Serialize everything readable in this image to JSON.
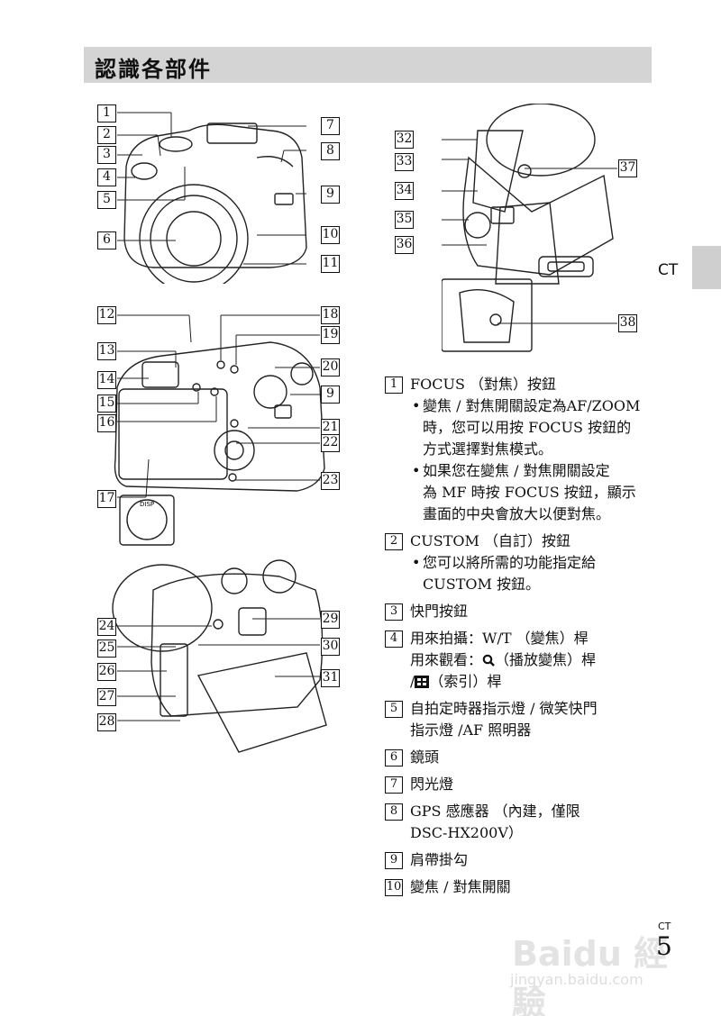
{
  "header": {
    "title": "認識各部件"
  },
  "side_tab": {
    "label": "CT"
  },
  "callouts": [
    "1",
    "2",
    "3",
    "4",
    "5",
    "6",
    "7",
    "8",
    "9",
    "10",
    "11",
    "12",
    "13",
    "14",
    "15",
    "16",
    "17",
    "18",
    "19",
    "20",
    "9",
    "21",
    "22",
    "23",
    "24",
    "25",
    "26",
    "27",
    "28",
    "29",
    "30",
    "31",
    "32",
    "33",
    "34",
    "35",
    "36",
    "37",
    "38"
  ],
  "dial_labels": {
    "disp": "DISP"
  },
  "items": [
    {
      "num": "1",
      "lines": [
        "FOCUS （對焦）按鈕"
      ],
      "bullets": [
        [
          "變焦 / 對焦開關設定為AF/ZOOM",
          "時，您可以用按 FOCUS 按鈕的",
          "方式選擇對焦模式。"
        ],
        [
          "如果您在變焦 / 對焦開關設定",
          "為 MF 時按 FOCUS 按鈕，顯示",
          "畫面的中央會放大以便對焦。"
        ]
      ]
    },
    {
      "num": "2",
      "lines": [
        "CUSTOM （自訂）按鈕"
      ],
      "bullets": [
        [
          "您可以將所需的功能指定給",
          "CUSTOM 按鈕。"
        ]
      ]
    },
    {
      "num": "3",
      "lines": [
        "快門按鈕"
      ]
    },
    {
      "num": "4",
      "lines": [
        "用來拍攝：W/T （變焦）桿"
      ]
    },
    {
      "num": "5",
      "lines": [
        "自拍定時器指示燈 / 微笑快門",
        "指示燈 /AF 照明器"
      ]
    },
    {
      "num": "6",
      "lines": [
        "鏡頭"
      ]
    },
    {
      "num": "7",
      "lines": [
        "閃光燈"
      ]
    },
    {
      "num": "8",
      "lines": [
        "GPS 感應器 （內建，僅限",
        "DSC-HX200V）"
      ]
    },
    {
      "num": "9",
      "lines": [
        "肩帶掛勾"
      ]
    },
    {
      "num": "10",
      "lines": [
        "變焦 / 對焦開關"
      ]
    }
  ],
  "item4_extra": {
    "line2_prefix": "用來觀看：",
    "line2_suffix": "（播放變焦）桿",
    "line3_prefix": "/",
    "line3_suffix": "（索引）桿"
  },
  "footer": {
    "lang": "CT",
    "page": "5"
  },
  "watermark": {
    "logo": "Baidu 經驗",
    "url": "jingyan.baidu.com"
  }
}
